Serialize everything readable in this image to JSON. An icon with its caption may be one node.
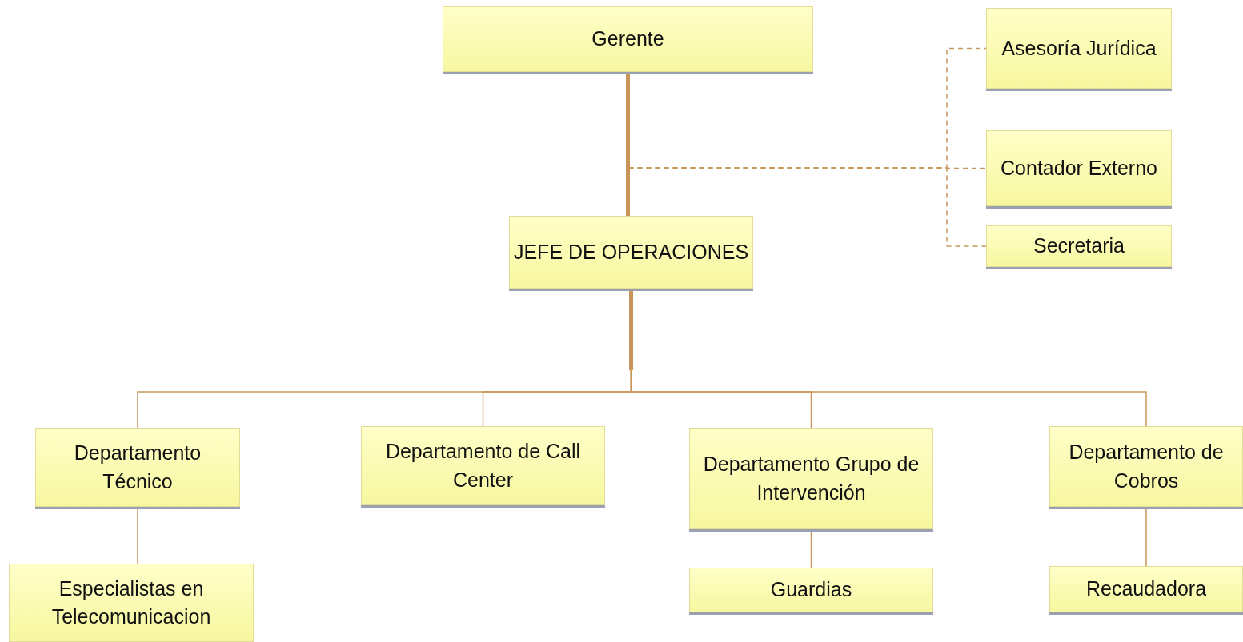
{
  "diagram": {
    "nodes": [
      {
        "text": [
          "Gerente"
        ]
      },
      {
        "text": [
          "Asesoría Jurídica"
        ]
      },
      {
        "text": [
          "Contador Externo"
        ]
      },
      {
        "text": [
          "Secretaria"
        ]
      },
      {
        "text": [
          "JEFE DE OPERACIONES"
        ]
      },
      {
        "text": [
          "Departamento Técnico"
        ]
      },
      {
        "text": [
          "Departamento de Call Center"
        ]
      },
      {
        "text": [
          "Departamento Grupo de Intervención"
        ]
      },
      {
        "text": [
          "Departamento de Cobros"
        ]
      },
      {
        "text": [
          "Especialistas en Telecomunicacion"
        ]
      },
      {
        "text": [
          "Guardias"
        ]
      },
      {
        "text": [
          "Recaudadora"
        ]
      }
    ],
    "edges": [
      {
        "from": 0,
        "to": 4,
        "arrow": "none",
        "style": "thick"
      },
      {
        "from": 0,
        "to": 1,
        "arrow": "none",
        "style": "dashed"
      },
      {
        "from": 0,
        "to": 2,
        "arrow": "none",
        "style": "dashed"
      },
      {
        "from": 0,
        "to": 3,
        "arrow": "none",
        "style": "dashed"
      },
      {
        "from": 4,
        "to": 5,
        "arrow": "none"
      },
      {
        "from": 4,
        "to": 6,
        "arrow": "none"
      },
      {
        "from": 4,
        "to": 7,
        "arrow": "none"
      },
      {
        "from": 4,
        "to": 8,
        "arrow": "none"
      },
      {
        "from": 5,
        "to": 9,
        "arrow": "none"
      },
      {
        "from": 7,
        "to": 10,
        "arrow": "none"
      },
      {
        "from": 8,
        "to": 11,
        "arrow": "none"
      }
    ]
  }
}
